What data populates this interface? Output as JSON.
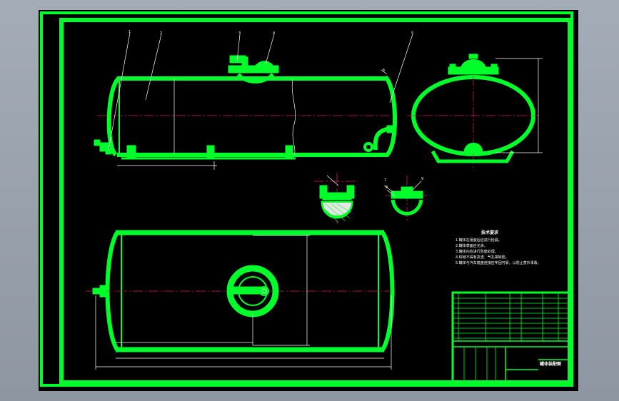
{
  "drawing": {
    "background_color": "#000000",
    "line_color": "#00ff2a",
    "centerline_color": "#d9176a",
    "dimension_color": "#ffffff"
  },
  "callouts": [
    "1",
    "2",
    "3",
    "4",
    "5",
    "6",
    "7",
    "8",
    "9"
  ],
  "tech_requirements": {
    "heading": "技术要求",
    "items": [
      "1.罐体在组装后应进行检漏。",
      "2.罐体表面应光滑。",
      "3.罐体内应进行防腐处理。",
      "4.焊缝不得有夹渣、气孔等缺陷。",
      "5.罐体与汽车底盘连接应牢固可靠，以防止意外事故。"
    ]
  },
  "title_block": {
    "drawing_name": "罐体装配图"
  }
}
